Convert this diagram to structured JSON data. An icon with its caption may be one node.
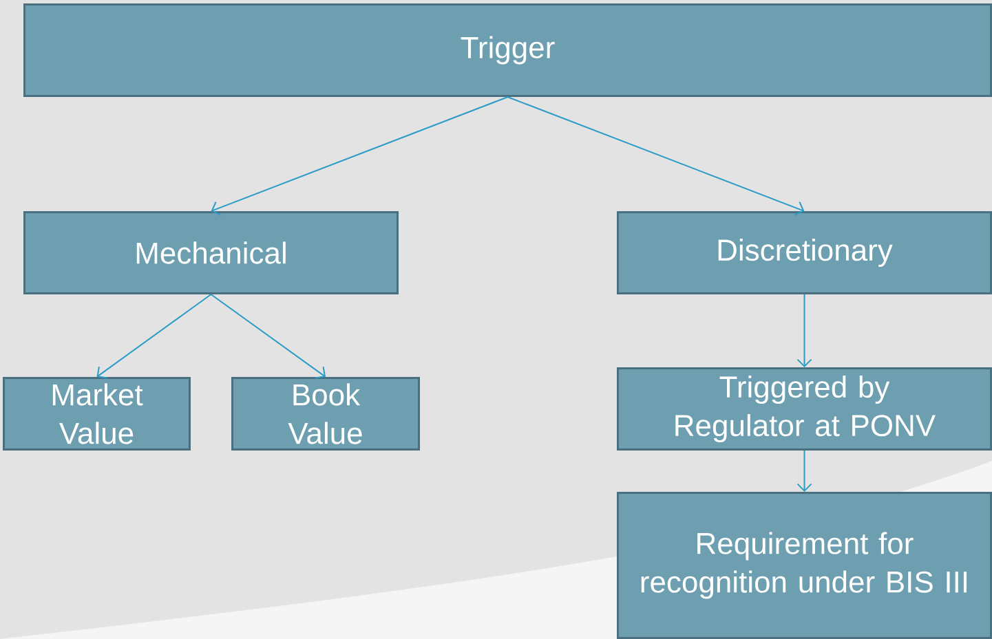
{
  "diagram": {
    "nodes": [
      {
        "text": [
          "Trigger"
        ]
      },
      {
        "text": [
          "Mechanical"
        ]
      },
      {
        "text": [
          "Discretionary"
        ]
      },
      {
        "text": [
          "Market Value"
        ]
      },
      {
        "text": [
          "Book Value"
        ]
      },
      {
        "text": [
          "Triggered by Regulator at PONV"
        ]
      },
      {
        "text": [
          "Requirement for recognition under BIS III"
        ]
      }
    ],
    "edges": [
      {
        "from": 0,
        "to": 1,
        "arrow": "to"
      },
      {
        "from": 0,
        "to": 2,
        "arrow": "to"
      },
      {
        "from": 1,
        "to": 3,
        "arrow": "to"
      },
      {
        "from": 1,
        "to": 4,
        "arrow": "to"
      },
      {
        "from": 2,
        "to": 5,
        "arrow": "to"
      },
      {
        "from": 5,
        "to": 6,
        "arrow": "to"
      }
    ]
  }
}
